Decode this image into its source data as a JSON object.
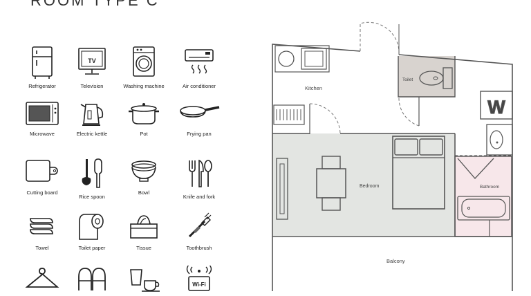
{
  "header": {
    "title": "ROOM TYPE C"
  },
  "amenities": [
    {
      "label": "Refrigerator",
      "icon": "refrigerator-icon"
    },
    {
      "label": "Television",
      "icon": "television-icon"
    },
    {
      "label": "Washing machine",
      "icon": "washing-machine-icon"
    },
    {
      "label": "Air conditioner",
      "icon": "air-conditioner-icon"
    },
    {
      "label": "Microwave",
      "icon": "microwave-icon"
    },
    {
      "label": "Electric kettle",
      "icon": "electric-kettle-icon"
    },
    {
      "label": "Pot",
      "icon": "pot-icon"
    },
    {
      "label": "Frying pan",
      "icon": "frying-pan-icon"
    },
    {
      "label": "Cutting board",
      "icon": "cutting-board-icon"
    },
    {
      "label": "Rice spoon",
      "icon": "rice-spoon-icon"
    },
    {
      "label": "Bowl",
      "icon": "bowl-icon"
    },
    {
      "label": "Knife and fork",
      "icon": "knife-and-fork-icon"
    },
    {
      "label": "Towel",
      "icon": "towel-icon"
    },
    {
      "label": "Toilet paper",
      "icon": "toilet-paper-icon"
    },
    {
      "label": "Tissue",
      "icon": "tissue-icon"
    },
    {
      "label": "Toothbrush",
      "icon": "toothbrush-icon"
    },
    {
      "label": "",
      "icon": "hanger-icon"
    },
    {
      "label": "",
      "icon": "slippers-icon"
    },
    {
      "label": "",
      "icon": "cups-icon"
    },
    {
      "label": "",
      "icon": "wifi-icon",
      "icon_text": "Wi-Fi"
    }
  ],
  "floor_plan": {
    "rooms": {
      "kitchen": "Kitchen",
      "toilet": "Toilet",
      "bedroom": "Bedroom",
      "bathroom": "Bathroom",
      "balcony": "Balcony"
    },
    "washer_mark": "W",
    "colors": {
      "toilet_fill": "#d8d3cf",
      "bedroom_fill": "#e3e5e2",
      "bathroom_fill": "#f7e7ea",
      "wall": "#555555"
    }
  }
}
